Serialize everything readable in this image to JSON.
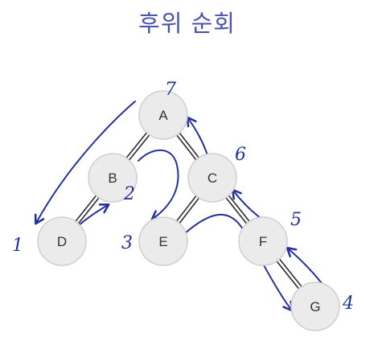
{
  "title": "후위 순회",
  "colors": {
    "title": "#4a52b0",
    "ink": "#24309b",
    "node_fill": "#ebebeb",
    "node_stroke": "#cfcfcf",
    "edge": "#2b2b2b"
  },
  "nodes": [
    {
      "id": "A",
      "label": "A"
    },
    {
      "id": "B",
      "label": "B"
    },
    {
      "id": "C",
      "label": "C"
    },
    {
      "id": "D",
      "label": "D"
    },
    {
      "id": "E",
      "label": "E"
    },
    {
      "id": "F",
      "label": "F"
    },
    {
      "id": "G",
      "label": "G"
    }
  ],
  "edges": [
    [
      "A",
      "B"
    ],
    [
      "A",
      "C"
    ],
    [
      "B",
      "D"
    ],
    [
      "C",
      "E"
    ],
    [
      "C",
      "F"
    ],
    [
      "F",
      "G"
    ]
  ],
  "visit_order": [
    {
      "node": "D",
      "label": "1"
    },
    {
      "node": "B",
      "label": "2"
    },
    {
      "node": "E",
      "label": "3"
    },
    {
      "node": "G",
      "label": "4"
    },
    {
      "node": "F",
      "label": "5"
    },
    {
      "node": "C",
      "label": "6"
    },
    {
      "node": "A",
      "label": "7"
    }
  ]
}
